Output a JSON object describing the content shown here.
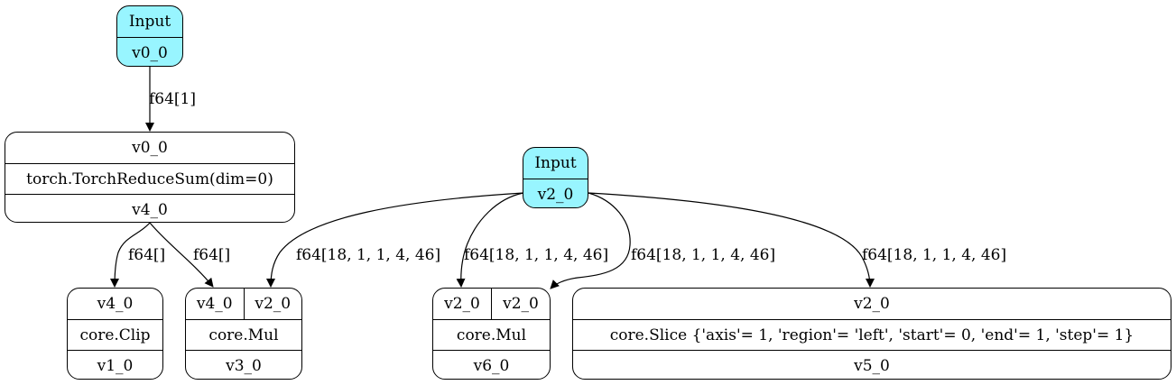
{
  "nodes": {
    "input_v0": {
      "title": "Input",
      "output": "v0_0"
    },
    "reduce_sum": {
      "input": "v0_0",
      "op": "torch.TorchReduceSum(dim=0)",
      "output": "v4_0"
    },
    "input_v2": {
      "title": "Input",
      "output": "v2_0"
    },
    "clip": {
      "input": "v4_0",
      "op": "core.Clip",
      "output": "v1_0"
    },
    "mul_v3": {
      "input_a": "v4_0",
      "input_b": "v2_0",
      "op": "core.Mul",
      "output": "v3_0"
    },
    "mul_v6": {
      "input_a": "v2_0",
      "input_b": "v2_0",
      "op": "core.Mul",
      "output": "v6_0"
    },
    "slice": {
      "input": "v2_0",
      "op": "core.Slice {'axis'= 1, 'region'= 'left', 'start'= 0, 'end'= 1, 'step'= 1}",
      "output": "v5_0"
    }
  },
  "edges": {
    "input_to_reduce": "f64[1]",
    "reduce_to_clip": "f64[]",
    "reduce_to_mul_v3": "f64[]",
    "v2_to_mul_v3": "f64[18, 1, 1, 4, 46]",
    "v2_to_mul_v6_a": "f64[18, 1, 1, 4, 46]",
    "v2_to_mul_v6_b": "f64[18, 1, 1, 4, 46]",
    "v2_to_slice": "f64[18, 1, 1, 4, 46]"
  },
  "colors": {
    "input_fill": "#98f5ff",
    "edge": "#000000"
  }
}
